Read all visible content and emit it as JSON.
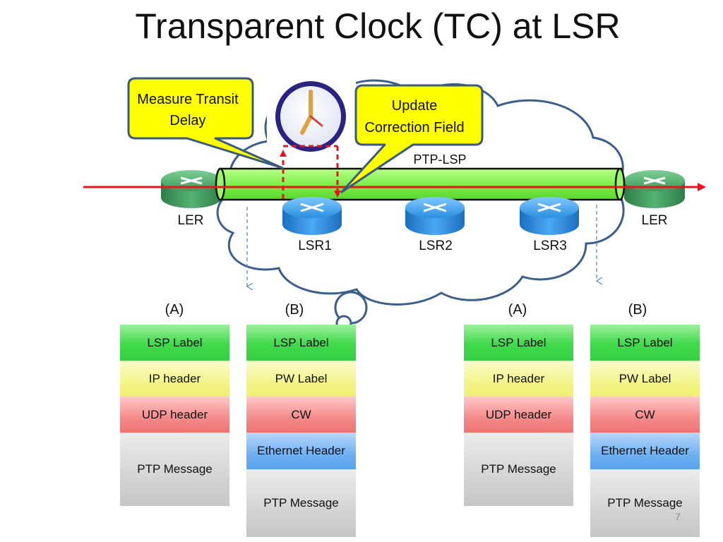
{
  "slide": {
    "title": "Transparent Clock (TC) at LSR",
    "page_number": "7"
  },
  "callouts": {
    "measure_line1": "Measure Transit",
    "measure_line2": "Delay",
    "update_line1": "Update",
    "update_line2": "Correction Field"
  },
  "network": {
    "lsp_label": "PTP-LSP",
    "edge_left": "LER",
    "edge_right": "LER",
    "router1": "LSR1",
    "router2": "LSR2",
    "router3": "LSR3"
  },
  "stacks": [
    {
      "title": "(A)",
      "layers": [
        "LSP Label",
        "IP header",
        "UDP header",
        "PTP Message"
      ]
    },
    {
      "title": "(B)",
      "layers": [
        "LSP Label",
        "PW Label",
        "CW",
        "Ethernet Header",
        "PTP Message"
      ]
    },
    {
      "title": "(A)",
      "layers": [
        "LSP Label",
        "IP header",
        "UDP header",
        "PTP Message"
      ]
    },
    {
      "title": "(B)",
      "layers": [
        "LSP Label",
        "PW Label",
        "CW",
        "Ethernet Header",
        "PTP Message"
      ]
    }
  ],
  "colors": {
    "flow_arrow": "#e8141c",
    "lsp_tube": "#7ff04a",
    "callout_fill": "#ffff00",
    "callout_border": "#3a5a80",
    "cloud_border": "#3b5f8d",
    "edge_router": "#3aa060",
    "core_router": "#2a8fe0"
  }
}
